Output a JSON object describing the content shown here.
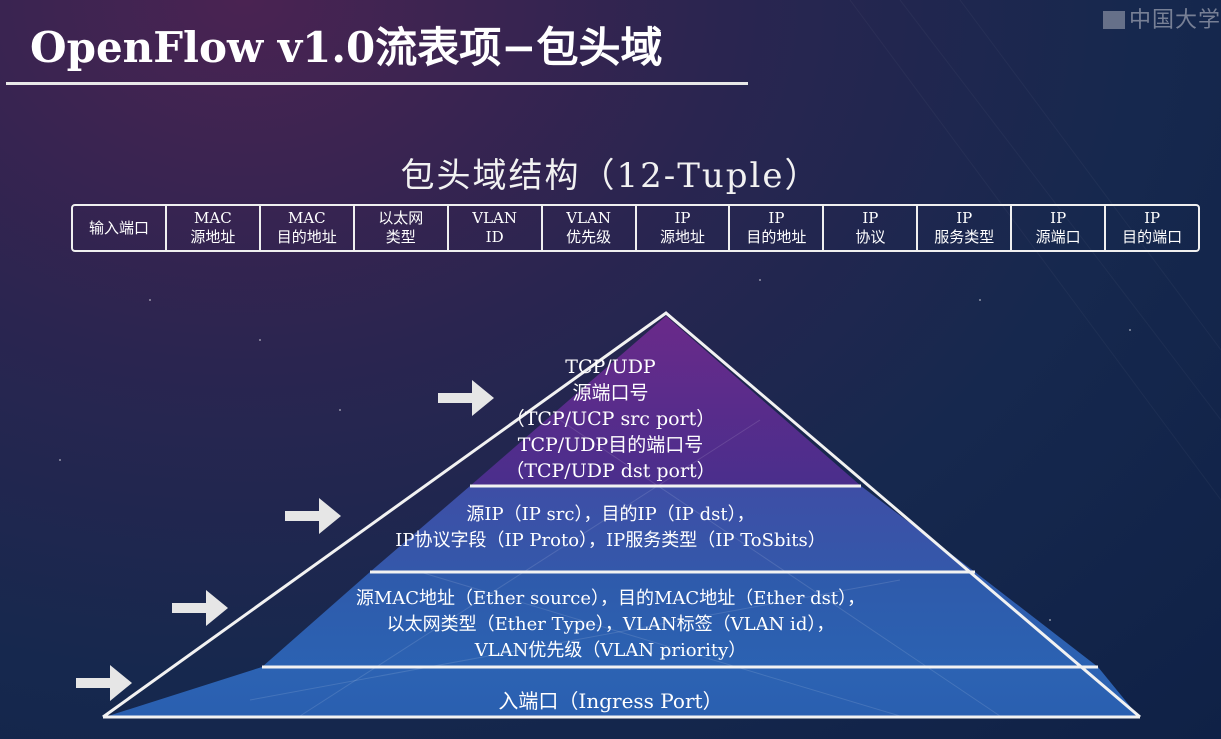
{
  "watermark": "中国大学",
  "title": "OpenFlow v1.0流表项−包头域",
  "subtitle": "包头域结构（12-Tuple）",
  "tuple": [
    {
      "line1": "输入端口",
      "line2": ""
    },
    {
      "line1": "MAC",
      "line2": "源地址"
    },
    {
      "line1": "MAC",
      "line2": "目的地址"
    },
    {
      "line1": "以太网",
      "line2": "类型"
    },
    {
      "line1": "VLAN",
      "line2": "ID"
    },
    {
      "line1": "VLAN",
      "line2": "优先级"
    },
    {
      "line1": "IP",
      "line2": "源地址"
    },
    {
      "line1": "IP",
      "line2": "目的地址"
    },
    {
      "line1": "IP",
      "line2": "协议"
    },
    {
      "line1": "IP",
      "line2": "服务类型"
    },
    {
      "line1": "IP",
      "line2": "源端口"
    },
    {
      "line1": "IP",
      "line2": "目的端口"
    }
  ],
  "layers": {
    "top": [
      "TCP/UDP",
      "源端口号",
      "（TCP/UCP src port）",
      "TCP/UDP目的端口号",
      "（TCP/UDP dst port）"
    ],
    "second": [
      "源IP（IP src），目的IP（IP dst），",
      "IP协议字段（IP Proto），IP服务类型（IP ToSbits）"
    ],
    "third": [
      "源MAC地址（Ether source），目的MAC地址（Ether dst），",
      "以太网类型（Ether Type），VLAN标签（VLAN id），",
      "VLAN优先级（VLAN priority）"
    ],
    "bottom": [
      "入端口（Ingress Port）"
    ]
  },
  "colors": {
    "top_layer": "#5a2a86",
    "second_layer": "#3a56a8",
    "third_layer": "#2f5fae",
    "bottom_layer": "#2c63b3",
    "arrow": "#e6e6e6"
  }
}
